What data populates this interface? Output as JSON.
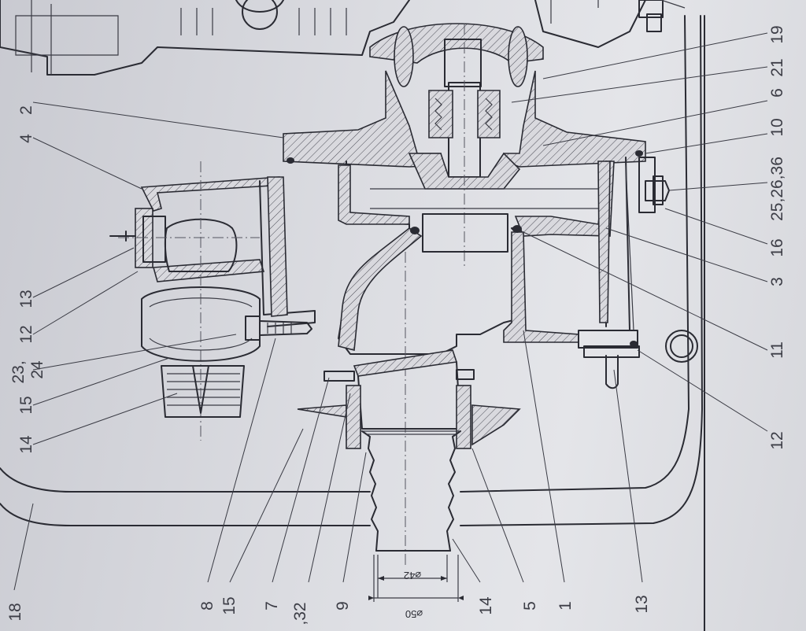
{
  "callouts": {
    "left": {
      "c2": "2",
      "c4": "4",
      "c13": "13",
      "c23_24": "23,\n24",
      "c12": "12",
      "c15": "15",
      "c14": "14",
      "c18": "18"
    },
    "bottom": {
      "c8": "8",
      "c15": "15",
      "c7": "7",
      "c32": ",32",
      "c9": "9",
      "c14": "14",
      "c5": "5",
      "c1": "1",
      "c13": "13"
    },
    "right": {
      "c19": "19",
      "c21": "21",
      "c6": "6",
      "c10": "10",
      "c25_26_36": "25,26,36",
      "c16": "16",
      "c3": "3",
      "c11": "11",
      "c12": "12"
    }
  },
  "dimensions": {
    "inner_diameter": "⌀42",
    "outer_diameter": "⌀50"
  }
}
